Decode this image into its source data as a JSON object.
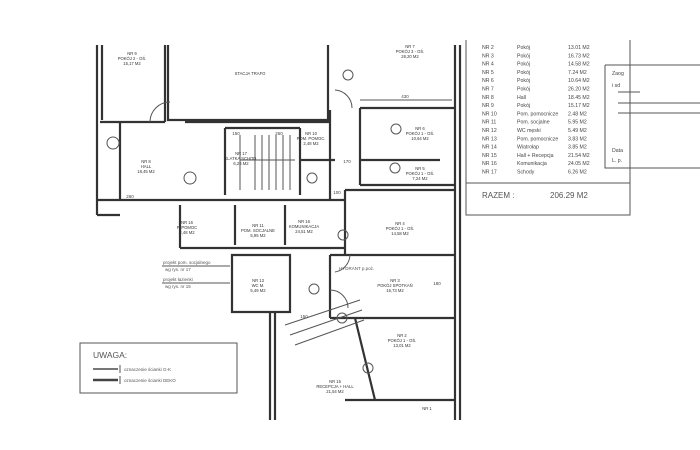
{
  "plan": {
    "rooms": [
      {
        "nr": "NR 9",
        "name": "POKÓJ 2 - OŚ.",
        "area": "15,17 M2"
      },
      {
        "nr": "",
        "name": "STACJA TRAFO",
        "area": ""
      },
      {
        "nr": "NR 7",
        "name": "POKÓJ 3 - OŚ.",
        "area": "26,20 M2"
      },
      {
        "nr": "NR 8",
        "name": "HALL",
        "area": "18,45 M2"
      },
      {
        "nr": "NR 17",
        "name": "KLATKA SCHOD.",
        "area": "6,26 M2"
      },
      {
        "nr": "NR 10",
        "name": "POM. POMOC.",
        "area": "2,48 M2"
      },
      {
        "nr": "NR 6",
        "name": "POKÓJ 1 - OŚ.",
        "area": "10,64 M2"
      },
      {
        "nr": "NR 5",
        "name": "POKÓJ 1 - OŚ.",
        "area": "7,24 M2"
      },
      {
        "nr": "NR 16",
        "name": "P. POMOC",
        "area": "2,48 M2"
      },
      {
        "nr": "NR 11",
        "name": "POM. SOCJALNE",
        "area": "5,95 M2"
      },
      {
        "nr": "NR 16",
        "name": "KOMUNIKACJA",
        "area": "24,51 M2"
      },
      {
        "nr": "NR 4",
        "name": "POKÓJ 1 - OŚ.",
        "area": "14,58 M2"
      },
      {
        "nr": "NR 13",
        "name": "WC M.",
        "area": "5,49 M2"
      },
      {
        "nr": "NR 3",
        "name": "POKÓJ SPOTKAŃ",
        "area": "16,73 M2"
      },
      {
        "nr": "NR 2",
        "name": "POKÓJ 1 - OŚ.",
        "area": "13,01 M2"
      },
      {
        "nr": "NR 15",
        "name": "RECEPCJA + HALL",
        "area": "21,54 M2"
      },
      {
        "nr": "NR 1",
        "name": "",
        "area": ""
      }
    ],
    "dimensions": [
      "430",
      "170",
      "260",
      "150",
      "260",
      "100",
      "150",
      "180"
    ],
    "notes": [
      "projekt pom. socjalnego",
      "wg rys. nr 17",
      "projekt łazienki",
      "wg rys. nr 15",
      "HYDRANT p.poż."
    ]
  },
  "schedule": {
    "rows": [
      {
        "nr": "NR  2",
        "name": "Pokój",
        "area": "13.01 M2"
      },
      {
        "nr": "NR  3",
        "name": "Pokój",
        "area": "16.73 M2"
      },
      {
        "nr": "NR  4",
        "name": "Pokój",
        "area": "14.58 M2"
      },
      {
        "nr": "NR  5",
        "name": "Pokój",
        "area": "7.24 M2"
      },
      {
        "nr": "NR  6",
        "name": "Pokój",
        "area": "10.64 M2"
      },
      {
        "nr": "NR  7",
        "name": "Pokój",
        "area": "26.20 M2"
      },
      {
        "nr": "NR  8",
        "name": "Hall",
        "area": "18.45 M2"
      },
      {
        "nr": "NR  9",
        "name": "Pokój",
        "area": "15.17 M2"
      },
      {
        "nr": "NR 10",
        "name": "Pom. pomocnicze",
        "area": "2.48 M2"
      },
      {
        "nr": "NR 11",
        "name": "Pom. socjalne",
        "area": "5.95 M2"
      },
      {
        "nr": "NR 12",
        "name": "WC męski",
        "area": "5.49 M2"
      },
      {
        "nr": "NR 13",
        "name": "Pom. pomocnicze",
        "area": "3.83 M2"
      },
      {
        "nr": "NR 14",
        "name": "Wiatrołap",
        "area": "3.85 M2"
      },
      {
        "nr": "NR 15",
        "name": "Hall + Recepcja",
        "area": "21.54 M2"
      },
      {
        "nr": "NR 16",
        "name": "Komunikacja",
        "area": "24.05 M2"
      },
      {
        "nr": "NR 17",
        "name": "Schody",
        "area": "6.26 M2"
      }
    ],
    "total_label": "RAZEM :",
    "total_value": "206.29 M2"
  },
  "stamp": {
    "lines": [
      "Zaog",
      "i sd",
      "Data",
      "L. p."
    ]
  },
  "legend": {
    "title": "UWAGA:",
    "items": [
      "oznaczenie ścianki G-K",
      "oznaczenie ścianki DEKO"
    ]
  }
}
